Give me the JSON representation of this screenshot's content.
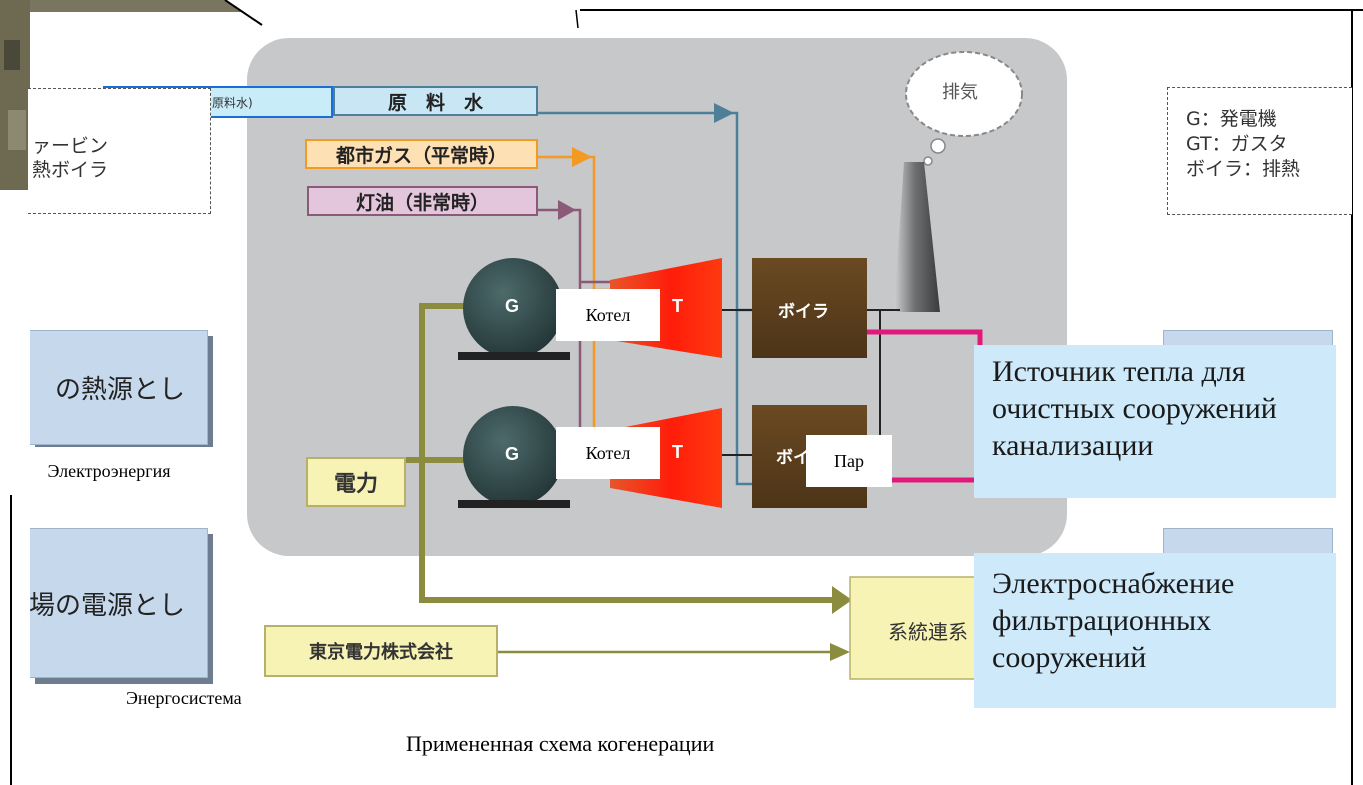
{
  "colors": {
    "panel": "#c7c8ca",
    "water_line": "#4e7f98",
    "gas_line": "#f39a22",
    "oil_line": "#8b5a78",
    "power_line": "#8c8c3e",
    "steam_line": "#e0197a",
    "generator": "#30494a",
    "boiler": "#5a3f1e",
    "turbine_hot": "#ff1d0a",
    "ru_box": "#cde9fa"
  },
  "inputs": {
    "feed_water_tag": "給水(原料水)",
    "raw_water": "原　料　水",
    "city_gas": "都市ガス（平常時）",
    "kerosene": "灯油（非常時）"
  },
  "exhaust_label": "排気",
  "legend_left": [
    "ァービン",
    "熱ボイラ"
  ],
  "legend_right": [
    "G：発電機",
    "GT：ガスタ",
    "ボイラ：排熱"
  ],
  "side_boxes": {
    "heat_source": "の熱源とし",
    "power_source": "場の電源とし"
  },
  "units": {
    "generator_label": "G",
    "turbine_label": "T",
    "boiler_top_label": "ボイラ",
    "boiler_bottom_label": "ボイ",
    "power_label": "電力",
    "tepco_label": "東京電力株式会社",
    "grid_connect_label": "系統連系"
  },
  "annotations": {
    "kotel_top": "Котел",
    "kotel_bottom": "Котел",
    "steam": "Пар",
    "electricity": "Электроэнергия",
    "grid": "Энергосистема",
    "heat_box": "Источник тепла для очистных сооружений канализации",
    "power_box": "Электроснабжение фильтрационных сооружений",
    "caption": "Примененная схема когенерации"
  }
}
